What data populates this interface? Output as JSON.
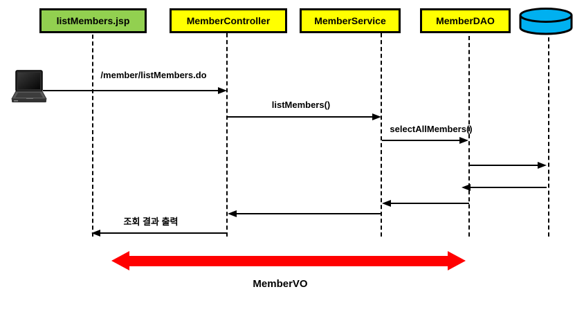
{
  "diagram": {
    "type": "sequence-diagram",
    "actors": [
      {
        "label": "listMembers.jsp",
        "shape": "box",
        "fill": "#92D050"
      },
      {
        "label": "MemberController",
        "shape": "box",
        "fill": "#FFFF00"
      },
      {
        "label": "MemberService",
        "shape": "box",
        "fill": "#FFFF00"
      },
      {
        "label": "MemberDAO",
        "shape": "box",
        "fill": "#FFFF00"
      },
      {
        "label": "",
        "shape": "cylinder",
        "fill": "#00B0F0"
      }
    ],
    "client": {
      "icon": "laptop-icon"
    },
    "messages": [
      {
        "from": "client",
        "to": "MemberController",
        "direction": "right",
        "label": "/member/listMembers.do"
      },
      {
        "from": "MemberController",
        "to": "MemberService",
        "direction": "right",
        "label": "listMembers()"
      },
      {
        "from": "MemberService",
        "to": "MemberDAO",
        "direction": "right",
        "label": "selectAllMembers()"
      },
      {
        "from": "MemberDAO",
        "to": "database",
        "direction": "right",
        "label": ""
      },
      {
        "from": "database",
        "to": "MemberDAO",
        "direction": "left",
        "label": ""
      },
      {
        "from": "MemberDAO",
        "to": "MemberService",
        "direction": "left",
        "label": ""
      },
      {
        "from": "MemberService",
        "to": "MemberController",
        "direction": "left",
        "label": ""
      },
      {
        "from": "MemberController",
        "to": "listMembers.jsp",
        "direction": "left",
        "label": "조회 결과 출력"
      }
    ],
    "footer": {
      "label": "MemberVO",
      "arrow_color": "#FF0000",
      "arrow_type": "double-headed"
    },
    "colors": {
      "jsp_box": "#92D050",
      "yellow_box": "#FFFF00",
      "database_cylinder": "#00B0F0",
      "lines": "#000000",
      "membervo_arrow": "#FF0000"
    }
  }
}
